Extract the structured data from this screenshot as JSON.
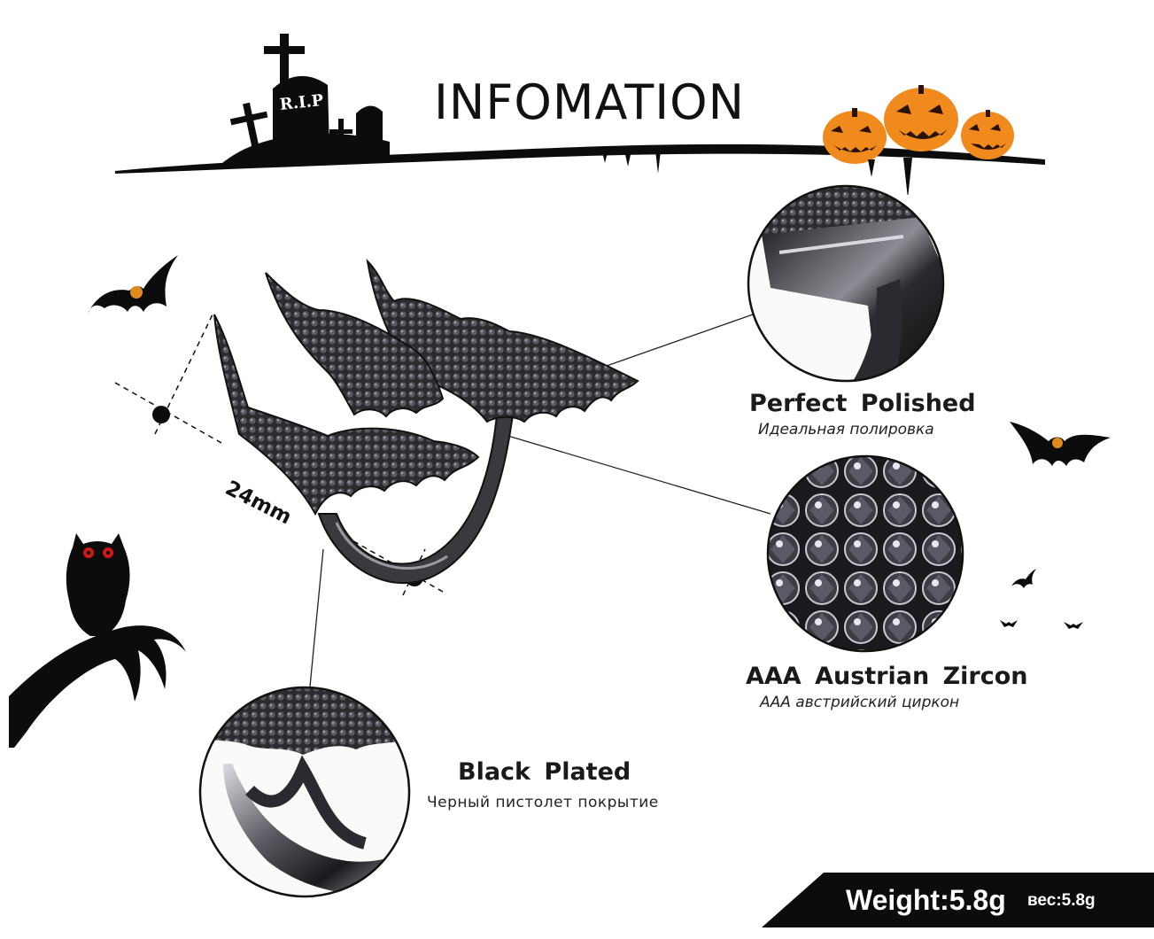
{
  "header": {
    "title": "INFOMATION",
    "tombstone_text": "R.I.P"
  },
  "features": [
    {
      "title": "Perfect  Polished",
      "subtitle": "Идеальная полировка"
    },
    {
      "title": "AAA Austrian Zircon",
      "subtitle": "AAA австрийский циркон"
    },
    {
      "title": "Black  Plated",
      "subtitle": "Черный пистолет покрытие"
    }
  ],
  "dimension": {
    "label": "24mm"
  },
  "weight": {
    "label": "Weight:5.8g",
    "label_ru": "вес:5.8g"
  },
  "colors": {
    "background": "#ffffff",
    "silhouette": "#0c0c0c",
    "pumpkin": "#f08a1c",
    "metal": "#3a3a3e",
    "owl_eyes": "#d01818"
  },
  "icons": [
    "bat-icon",
    "owl-icon",
    "pumpkin-icon",
    "tombstone-icon",
    "cross-icon"
  ]
}
